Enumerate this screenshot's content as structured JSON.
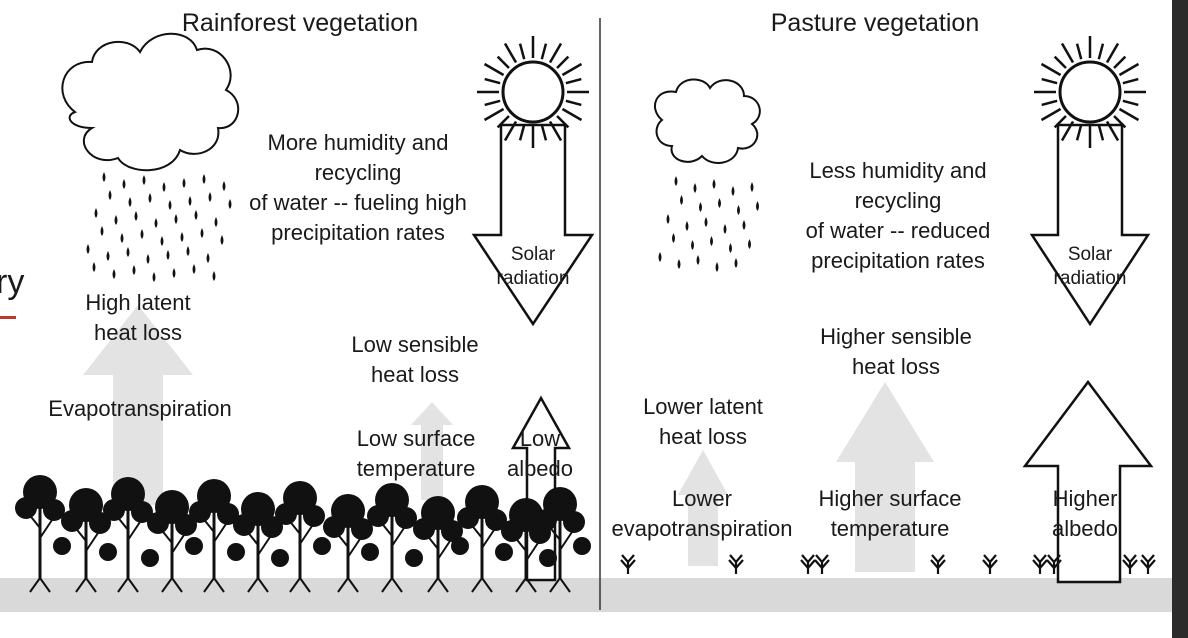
{
  "left_panel": {
    "title": "Rainforest vegetation",
    "humidity_text": [
      "More humidity and",
      "recycling",
      "of water -- fueling high",
      "precipitation rates"
    ],
    "solar_text": [
      "Solar",
      "radiation"
    ],
    "latent_text": [
      "High latent",
      "heat loss"
    ],
    "evapo_text": [
      "Evapotranspiration"
    ],
    "sensible_text": [
      "Low sensible",
      "heat loss"
    ],
    "surface_text": [
      "Low surface",
      "temperature"
    ],
    "albedo_text": [
      "Low",
      "albedo"
    ]
  },
  "right_panel": {
    "title": "Pasture vegetation",
    "humidity_text": [
      "Less humidity and",
      "recycling",
      "of water -- reduced",
      "precipitation rates"
    ],
    "solar_text": [
      "Solar",
      "radiation"
    ],
    "latent_text": [
      "Lower latent",
      "heat loss"
    ],
    "evapo_text": [
      "Lower",
      "evapotranspiration"
    ],
    "sensible_text": [
      "Higher sensible",
      "heat loss"
    ],
    "surface_text": [
      "Higher surface",
      "temperature"
    ],
    "albedo_text": [
      "Higher",
      "albedo"
    ]
  },
  "edge_text": "ry",
  "colors": {
    "ground": "#d9d9d9",
    "heat_arrow": "#e3e3e3",
    "ink": "#111111",
    "edge_underline": "#c0392b"
  }
}
